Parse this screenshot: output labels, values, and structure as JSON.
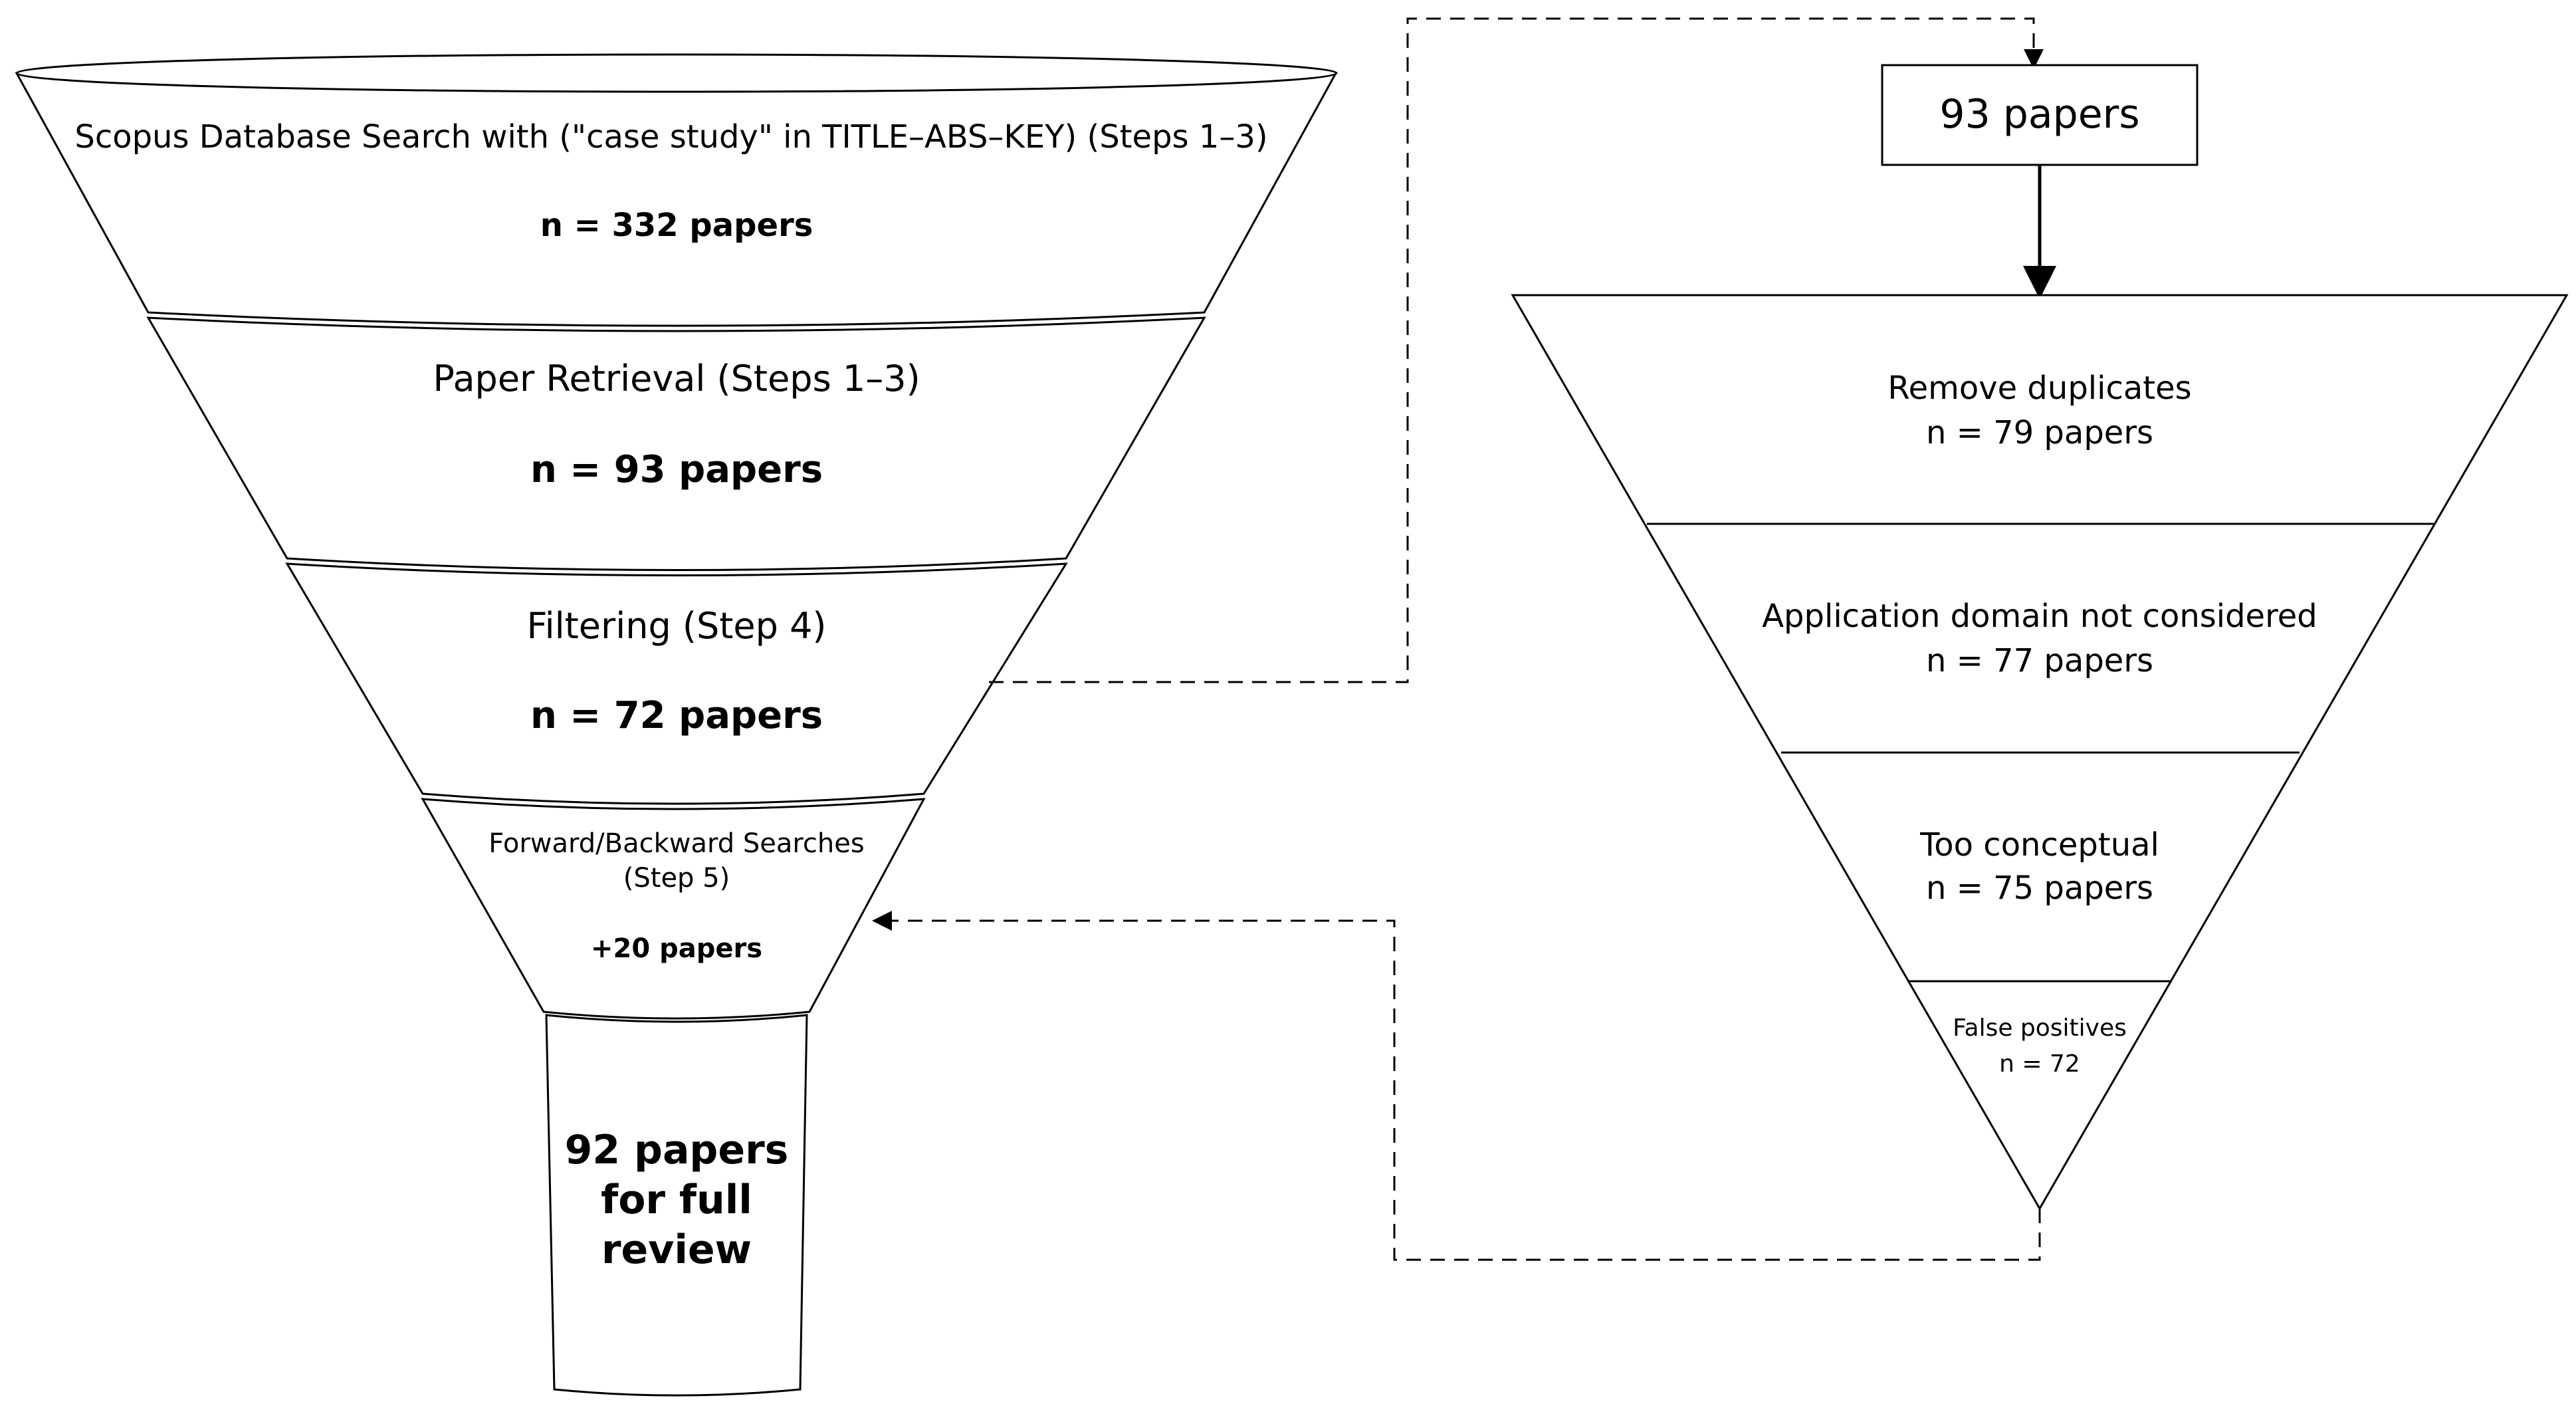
{
  "funnel": {
    "stages": [
      {
        "title": "Scopus Database Search with (\"case study\" in TITLE–ABS–KEY) (Steps 1–3)",
        "count": "n = 332 papers"
      },
      {
        "title": "Paper Retrieval (Steps 1–3)",
        "count": "n = 93 papers"
      },
      {
        "title": "Filtering (Step 4)",
        "count": "n = 72 papers"
      },
      {
        "title_line1": "Forward/Backward Searches",
        "title_line2": "(Step 5)",
        "count": "+20 papers"
      }
    ],
    "output": {
      "line1": "92 papers",
      "line2": "for full",
      "line3": "review"
    }
  },
  "input_box": {
    "label": "93 papers"
  },
  "filter": {
    "steps": [
      {
        "title": "Remove duplicates",
        "count": "n = 79 papers"
      },
      {
        "title": "Application domain not considered",
        "count": "n = 77 papers"
      },
      {
        "title": "Too conceptual",
        "count": "n = 75 papers"
      },
      {
        "title": "False positives",
        "count": "n = 72"
      }
    ]
  }
}
